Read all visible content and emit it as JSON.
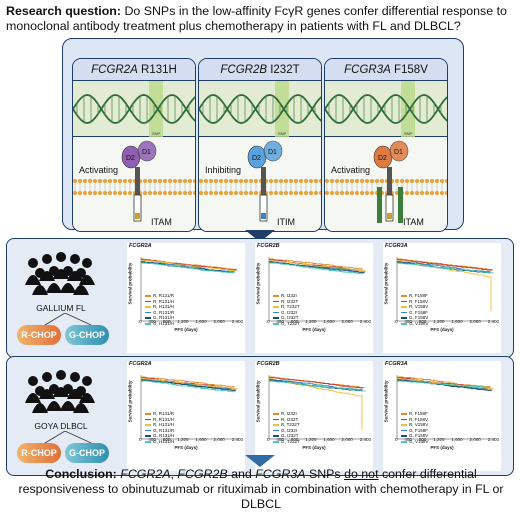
{
  "question": {
    "label": "Research question:",
    "text_pre": " Do SNPs in the low-affinity Fc",
    "gamma": "γ",
    "text_post": "R genes confer differential response to monoclonal antibody treatment plus chemotherapy in patients with FL and DLBCL?"
  },
  "genes": [
    {
      "gene": "FCGR2A",
      "variant": "R131H",
      "role": "Activating",
      "motif": "ITAM",
      "snp": "SNP"
    },
    {
      "gene": "FCGR2B",
      "variant": "I232T",
      "role": "Inhibiting",
      "motif": "ITIM",
      "snp": "SNP"
    },
    {
      "gene": "FCGR3A",
      "variant": "F158V",
      "role": "Activating",
      "motif": "ITAM",
      "snp": "SNP"
    }
  ],
  "domains": {
    "d1": "D1",
    "d2": "D2"
  },
  "studies": [
    {
      "name": "GALLIUM FL",
      "arms": [
        "R-CHOP",
        "G-CHOP"
      ],
      "panels": [
        {
          "title": "FCGR2A",
          "legend": [
            "R, R131/R",
            "R, R131/H",
            "R, H131/H",
            "G, R131/R",
            "G, R131/H",
            "G, H131/H"
          ]
        },
        {
          "title": "FCGR2B",
          "legend": [
            "R, I232I",
            "R, I232T",
            "R, T232T",
            "G, I232I",
            "G, I232T",
            "G, T232T"
          ]
        },
        {
          "title": "FCGR3A",
          "legend": [
            "R, F158F",
            "R, F158V",
            "R, V158V",
            "G, F158F",
            "G, F158V",
            "G, V158V"
          ]
        }
      ]
    },
    {
      "name": "GOYA DLBCL",
      "arms": [
        "R-CHOP",
        "G-CHOP"
      ],
      "panels": [
        {
          "title": "FCGR2A",
          "legend": [
            "R, R131/R",
            "R, R131/H",
            "R, H131/H",
            "G, R131/R",
            "G, R131/H",
            "G, H131/H"
          ]
        },
        {
          "title": "FCGR2B",
          "legend": [
            "R, I232I",
            "R, I232T",
            "R, T232T",
            "G, I232I",
            "G, I232T",
            "G, T232T"
          ]
        },
        {
          "title": "FCGR3A",
          "legend": [
            "R, F158F",
            "R, F158V",
            "R, V158V",
            "G, F158F",
            "G, F158V",
            "G, V158V"
          ]
        }
      ]
    }
  ],
  "axes": {
    "xlabel": "PFS (days)",
    "ylabel": "Survival probability",
    "xticks": [
      "0",
      "400",
      "800",
      "1,200",
      "1,600",
      "2,000",
      "2,400"
    ],
    "yticks": [
      "0",
      "0.25",
      "0.50",
      "0.75",
      "1.00"
    ]
  },
  "conclusion": {
    "label": "Conclusion:",
    "g1": "FCGR2A",
    "sep1": ", ",
    "g2": "FCGR2B",
    "sep2": " and ",
    "g3": "FCGR3A",
    "t1": " SNPs ",
    "u": "do not",
    "t2": " confer differential responsiveness to obinutuzumab or rituximab in combination with chemotherapy in FL or DLBCL"
  },
  "colors": {
    "navy": "#1f3d6b",
    "rchop": "#e8954a",
    "gchop": "#3fa7b8",
    "band": "#e4ebf5",
    "series": [
      "#e08a2e",
      "#c0392b",
      "#f2c037",
      "#2e86c1",
      "#1b4f72",
      "#48c9b0"
    ]
  }
}
